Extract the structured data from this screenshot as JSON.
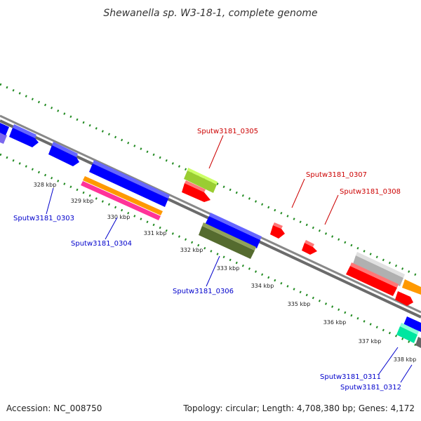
{
  "title": "Shewanella sp. W3-18-1, complete genome",
  "footer": {
    "accession": "Accession: NC_008750",
    "topology": "Topology: circular; Length: 4,708,380 bp; Genes: 4,172"
  },
  "colors": {
    "red": "#ff0000",
    "blue": "#0000ff",
    "lime": "#99ff33",
    "olive": "#556b2f",
    "orange": "#ff9900",
    "pink": "#ff3399",
    "grey": "#c0c0c0",
    "teal": "#00e6a0",
    "purple": "#7b68ee",
    "tick_green": "#228b22"
  },
  "kbp_labels": [
    "328 kbp",
    "329 kbp",
    "330 kbp",
    "331 kbp",
    "332 kbp",
    "333 kbp",
    "334 kbp",
    "335 kbp",
    "336 kbp",
    "337 kbp",
    "338 kbp"
  ],
  "gene_labels": {
    "g0303": "Sputw3181_0303",
    "g0304": "Sputw3181_0304",
    "g0305": "Sputw3181_0305",
    "g0306": "Sputw3181_0306",
    "g0307": "Sputw3181_0307",
    "g0308": "Sputw3181_0308",
    "g0311": "Sputw3181_0311",
    "g0312": "Sputw3181_0312"
  }
}
